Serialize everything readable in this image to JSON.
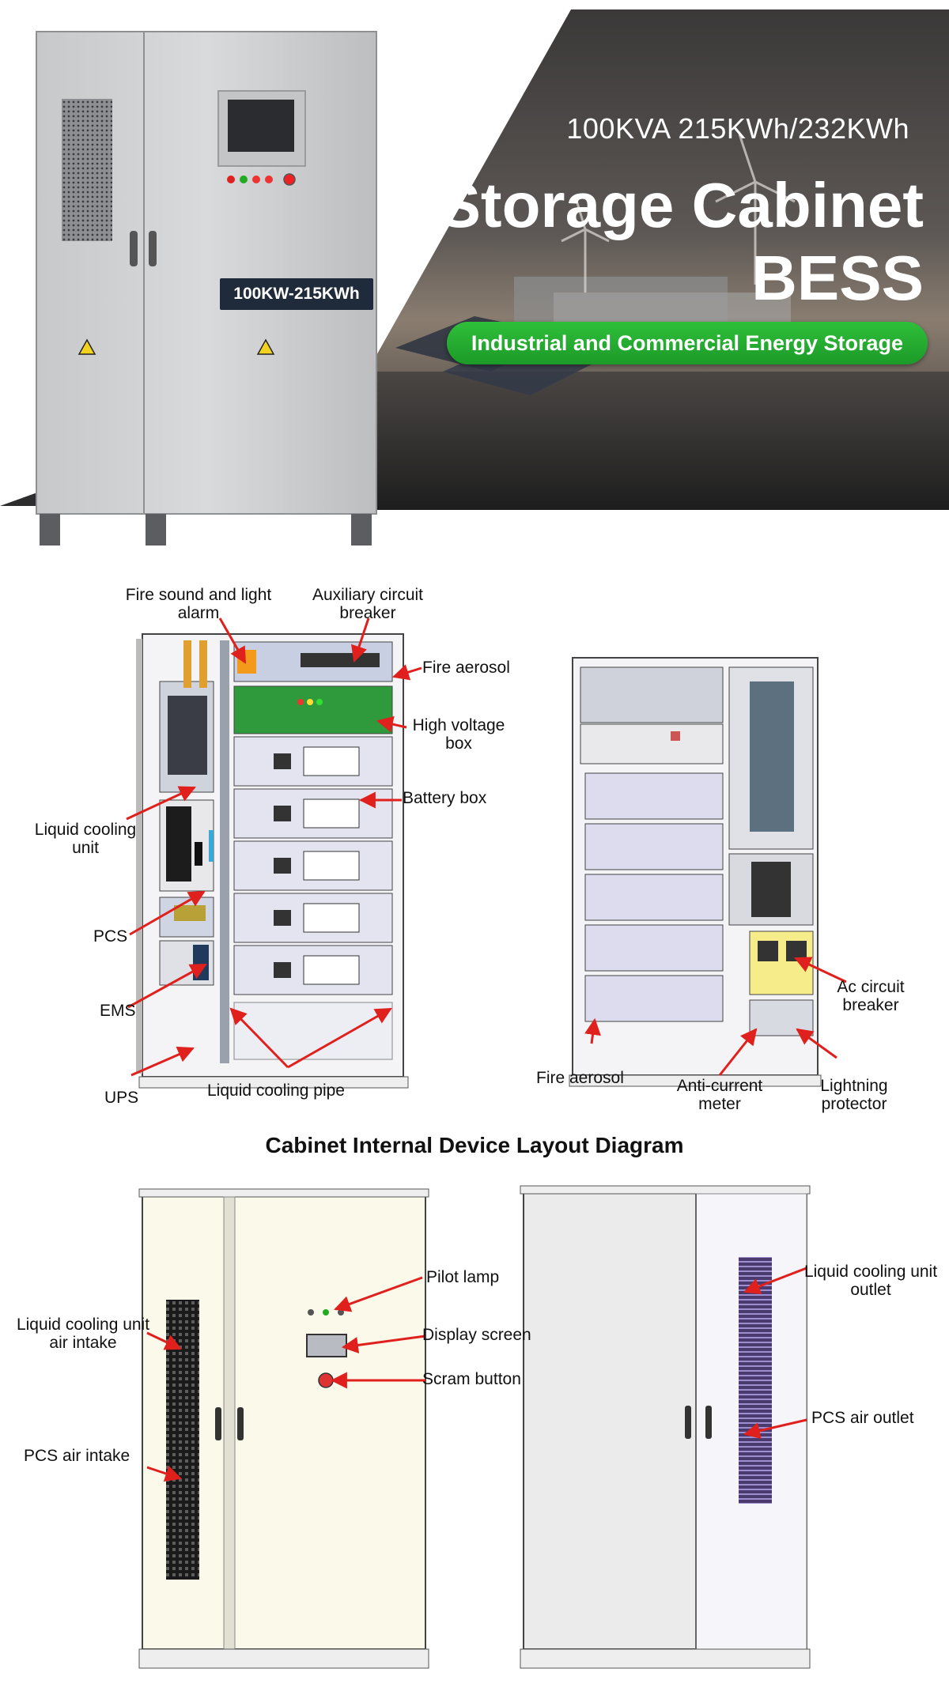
{
  "hero": {
    "spec": "100KVA 215KWh/232KWh",
    "title": "Storage Cabinet",
    "subtitle": "BESS",
    "pill": "Industrial and Commercial Energy Storage",
    "cabinet_label": "100KW-215KWh"
  },
  "internal_diagram": {
    "title": "Cabinet Internal Device Layout Diagram",
    "labels": {
      "fire_alarm": "Fire sound and light alarm",
      "aux_breaker": "Auxiliary circuit breaker",
      "fire_aerosol_top": "Fire aerosol",
      "hv_box": "High voltage box",
      "battery_box": "Battery box",
      "liquid_cooling_unit": "Liquid cooling unit",
      "pcs": "PCS",
      "ems": "EMS",
      "ups": "UPS",
      "liquid_cooling_pipe": "Liquid cooling pipe",
      "ac_breaker": "Ac circuit breaker",
      "fire_aerosol_bottom": "Fire aerosol",
      "anti_current_meter": "Anti-current meter",
      "lightning_protector": "Lightning protector"
    }
  },
  "external_diagram": {
    "labels": {
      "pilot_lamp": "Pilot lamp",
      "display_screen": "Display screen",
      "scram_button": "Scram button",
      "lc_air_intake": "Liquid cooling unit air intake",
      "pcs_air_intake": "PCS air intake",
      "lc_outlet": "Liquid cooling unit outlet",
      "pcs_air_outlet": "PCS air outlet"
    }
  },
  "colors": {
    "pill_green": "#22a830",
    "arrow_red": "#e0201c",
    "label_bg": "#1f2a3a"
  }
}
